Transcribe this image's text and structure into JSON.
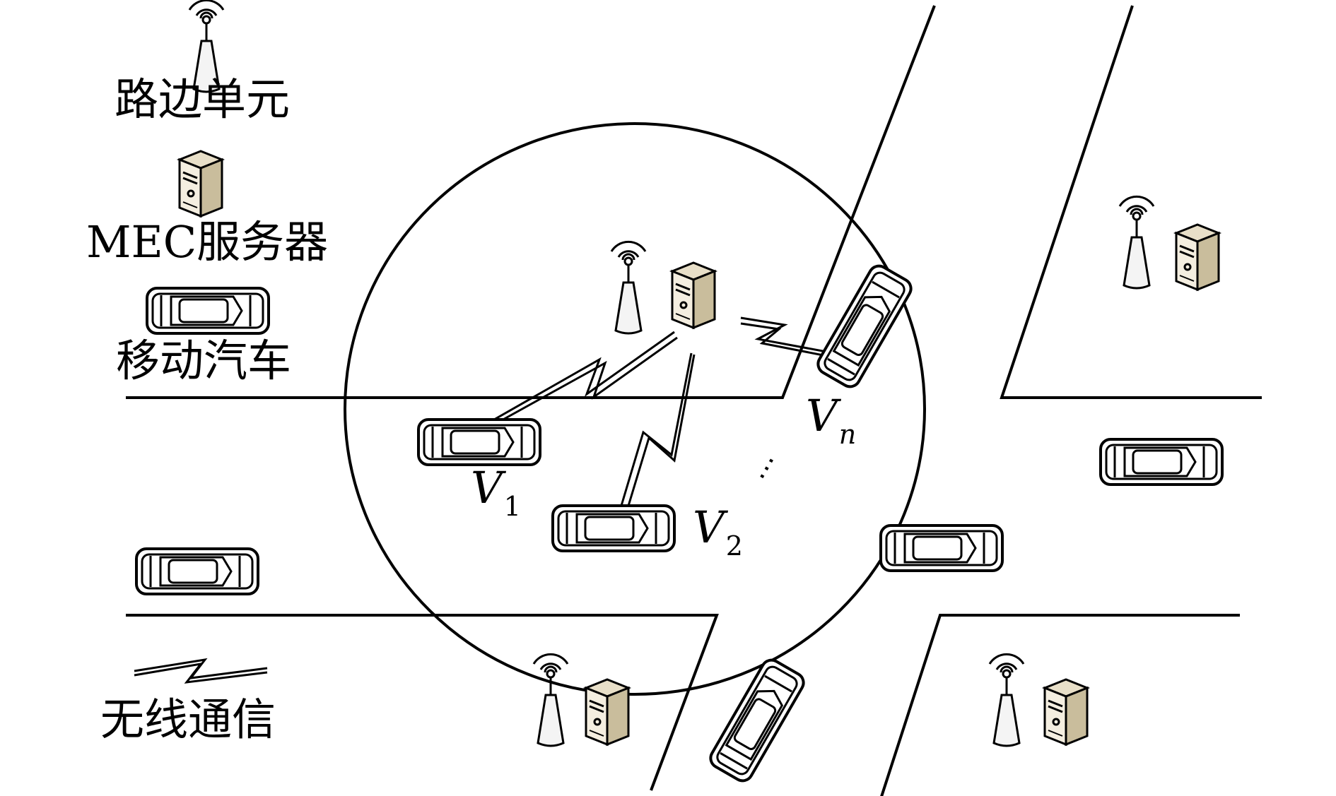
{
  "legend": {
    "rsu_label": "路边单元",
    "mec_label": "MEC服务器",
    "car_label": "移动汽车",
    "wireless_label": "无线通信"
  },
  "vehicles": {
    "v1": {
      "main": "V",
      "sub": "1"
    },
    "v2": {
      "main": "V",
      "sub": "2"
    },
    "vn": {
      "main": "V",
      "sub": "n"
    },
    "ellipsis": "⋯"
  },
  "colors": {
    "line": "#000000",
    "server_front": "#f4eee0",
    "server_side": "#c9bd9c",
    "server_top": "#e8dfc8",
    "antenna_fill": "#f4f4f4"
  }
}
